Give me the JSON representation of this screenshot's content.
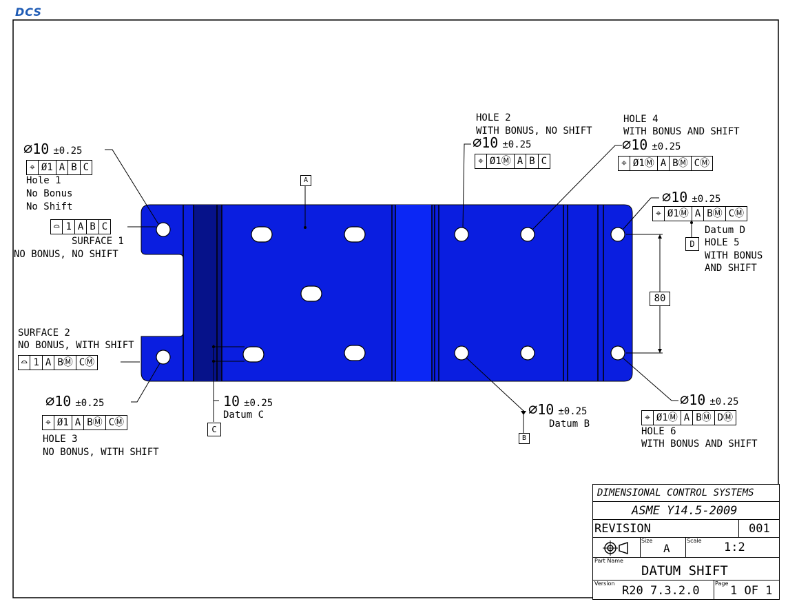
{
  "logo": {
    "text": "DCS"
  },
  "drawing": {
    "datum_a": "A",
    "datum_b": "B",
    "datum_c": "C",
    "datum_d": "D",
    "dim_80": "80",
    "hole1": {
      "size": "10",
      "tol": "±0.25",
      "fcf": [
        "⌖",
        "Ø1",
        "A",
        "B",
        "C"
      ],
      "notes": [
        "Hole 1",
        "No Bonus",
        "No Shift"
      ]
    },
    "hole2": {
      "title": [
        "HOLE 2",
        "WITH BONUS, NO SHIFT"
      ],
      "size": "10",
      "tol": "±0.25",
      "fcf": [
        "⌖",
        "Ø1Ⓜ",
        "A",
        "B",
        "C"
      ]
    },
    "hole3": {
      "size": "10",
      "tol": "±0.25",
      "fcf": [
        "⌖",
        "Ø1",
        "A",
        "BⓂ",
        "CⓂ"
      ],
      "notes": [
        "HOLE 3",
        "NO BONUS, WITH SHIFT"
      ]
    },
    "hole4": {
      "title": [
        "HOLE 4",
        "WITH BONUS AND SHIFT"
      ],
      "size": "10",
      "tol": "±0.25",
      "fcf": [
        "⌖",
        "Ø1Ⓜ",
        "A",
        "BⓂ",
        "CⓂ"
      ]
    },
    "hole5": {
      "size": "10",
      "tol": "±0.25",
      "fcf": [
        "⌖",
        "Ø1Ⓜ",
        "A",
        "BⓂ",
        "CⓂ"
      ],
      "notes": [
        "Datum D",
        "HOLE 5",
        "WITH BONUS",
        "AND SHIFT"
      ]
    },
    "hole6": {
      "size": "10",
      "tol": "±0.25",
      "fcf": [
        "⌖",
        "Ø1Ⓜ",
        "A",
        "BⓂ",
        "DⓂ"
      ],
      "notes": [
        "HOLE 6",
        "WITH BONUS AND SHIFT"
      ]
    },
    "holeB": {
      "size": "10",
      "tol": "±0.25",
      "note": "Datum B"
    },
    "slotC": {
      "size": "10",
      "tol": "±0.25",
      "note": "Datum C"
    },
    "surface1": {
      "fcf": [
        "⌓",
        "1",
        "A",
        "B",
        "C"
      ],
      "notes": [
        "SURFACE 1",
        "NO BONUS, NO SHIFT"
      ]
    },
    "surface2": {
      "fcf": [
        "⌓",
        "1",
        "A",
        "BⓂ",
        "CⓂ"
      ],
      "notes": [
        "SURFACE 2",
        "NO BONUS, WITH SHIFT"
      ]
    }
  },
  "title_block": {
    "company": "DIMENSIONAL CONTROL SYSTEMS",
    "standard": "ASME Y14.5-2009",
    "revision_label": "REVISION",
    "revision": "001",
    "size_label": "Size",
    "size": "A",
    "scale_label": "Scale",
    "scale": "1:2",
    "part_name_label": "Part Name",
    "part_name": "DATUM SHIFT",
    "version_label": "Version",
    "version": "R20 7.3.2.0",
    "page_label": "Page",
    "page": "1 OF 1"
  },
  "colors": {
    "part_fill": "#0a1ee0",
    "part_dark": "#06128a",
    "part_band": "#0b27f5",
    "logo": "#1e5bb5"
  }
}
